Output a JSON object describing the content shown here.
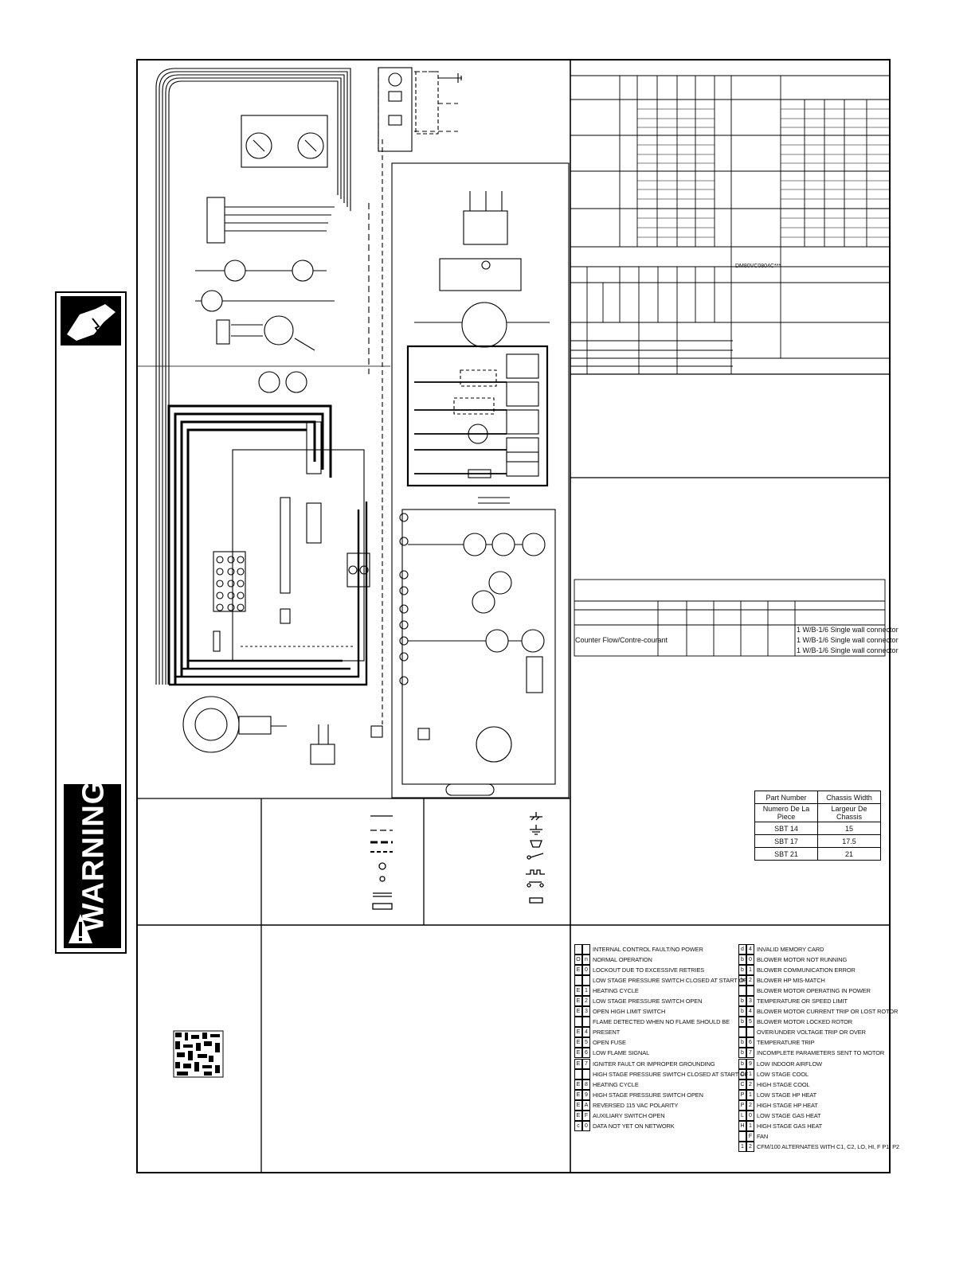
{
  "warning": {
    "label": "WARNING"
  },
  "model_label": "DM80VC0804C***",
  "vent_table": {
    "rows": [
      {
        "orientation": "",
        "connector": "1 W/B-1/6 Single wall connector"
      },
      {
        "orientation": "Counter Flow/Contre-courant",
        "connector": "1 W/B-1/6 Single wall connector"
      },
      {
        "orientation": "",
        "connector": "1 W/B-1/6 Single wall connector"
      }
    ]
  },
  "chassis_table": {
    "headers": [
      "Part Number",
      "Chassis Width"
    ],
    "subheaders": [
      "Numero De La Piece",
      "Largeur De Chassis"
    ],
    "rows": [
      [
        "SBT 14",
        "15"
      ],
      [
        "SBT 17",
        "17.5"
      ],
      [
        "SBT 21",
        "21"
      ]
    ]
  },
  "fault_codes_left": [
    {
      "c1": "",
      "c2": "",
      "text": "INTERNAL CONTROL FAULT/NO POWER"
    },
    {
      "c1": "O",
      "c2": "n",
      "text": "NORMAL OPERATION"
    },
    {
      "c1": "E",
      "c2": "0",
      "text": "LOCKOUT DUE TO EXCESSIVE RETRIES"
    },
    {
      "c1": "",
      "c2": "",
      "text": "LOW STAGE PRESSURE SWITCH CLOSED AT START OF"
    },
    {
      "c1": "E",
      "c2": "1",
      "text": "HEATING CYCLE"
    },
    {
      "c1": "E",
      "c2": "2",
      "text": "LOW STAGE PRESSURE SWITCH OPEN"
    },
    {
      "c1": "E",
      "c2": "3",
      "text": "OPEN HIGH LIMIT SWITCH"
    },
    {
      "c1": "",
      "c2": "",
      "text": "FLAME DETECTED WHEN NO FLAME SHOULD BE"
    },
    {
      "c1": "E",
      "c2": "4",
      "text": "PRESENT"
    },
    {
      "c1": "E",
      "c2": "5",
      "text": "OPEN FUSE"
    },
    {
      "c1": "E",
      "c2": "6",
      "text": "LOW FLAME SIGNAL"
    },
    {
      "c1": "E",
      "c2": "7",
      "text": "IGNITER FAULT OR IMPROPER GROUNDING"
    },
    {
      "c1": "",
      "c2": "",
      "text": "HIGH STAGE PRESSURE SWITCH CLOSED AT START OF"
    },
    {
      "c1": "E",
      "c2": "8",
      "text": "HEATING CYCLE"
    },
    {
      "c1": "E",
      "c2": "9",
      "text": "HIGH STAGE PRESSURE SWITCH OPEN"
    },
    {
      "c1": "E",
      "c2": "A",
      "text": "REVERSED 115 VAC POLARITY"
    },
    {
      "c1": "E",
      "c2": "F",
      "text": "AUXILIARY SWITCH OPEN"
    },
    {
      "c1": "c",
      "c2": "0",
      "text": "DATA NOT YET ON NETWORK"
    }
  ],
  "fault_codes_right": [
    {
      "c1": "d",
      "c2": "4",
      "text": "INVALID MEMORY CARD"
    },
    {
      "c1": "b",
      "c2": "0",
      "text": "BLOWER MOTOR NOT RUNNING"
    },
    {
      "c1": "b",
      "c2": "1",
      "text": "BLOWER COMMUNICATION ERROR"
    },
    {
      "c1": "b",
      "c2": "2",
      "text": "BLOWER HP MIS-MATCH"
    },
    {
      "c1": "",
      "c2": "",
      "text": "BLOWER MOTOR OPERATING IN POWER"
    },
    {
      "c1": "b",
      "c2": "3",
      "text": "TEMPERATURE OR SPEED LIMIT"
    },
    {
      "c1": "b",
      "c2": "4",
      "text": "BLOWER MOTOR CURRENT TRIP OR LOST ROTOR"
    },
    {
      "c1": "b",
      "c2": "5",
      "text": "BLOWER MOTOR LOCKED ROTOR"
    },
    {
      "c1": "",
      "c2": "",
      "text": "OVER/UNDER VOLTAGE TRIP OR OVER"
    },
    {
      "c1": "b",
      "c2": "6",
      "text": "TEMPERATURE TRIP"
    },
    {
      "c1": "b",
      "c2": "7",
      "text": "INCOMPLETE PARAMETERS SENT TO MOTOR"
    },
    {
      "c1": "b",
      "c2": "9",
      "text": "LOW INDOOR AIRFLOW"
    },
    {
      "c1": "C",
      "c2": "1",
      "text": "LOW STAGE COOL"
    },
    {
      "c1": "C",
      "c2": "2",
      "text": "HIGH STAGE COOL"
    },
    {
      "c1": "P",
      "c2": "1",
      "text": "LOW STAGE HP HEAT"
    },
    {
      "c1": "P",
      "c2": "2",
      "text": "HIGH STAGE HP HEAT"
    },
    {
      "c1": "L",
      "c2": "0",
      "text": "LOW STAGE GAS HEAT"
    },
    {
      "c1": "H",
      "c2": "1",
      "text": "HIGH STAGE GAS HEAT"
    },
    {
      "c1": "",
      "c2": "F",
      "text": "FAN"
    },
    {
      "c1": "1",
      "c2": "2",
      "text": "CFM/100 ALTERNATES WITH C1, C2, LO, HI, F P1, P2"
    }
  ]
}
